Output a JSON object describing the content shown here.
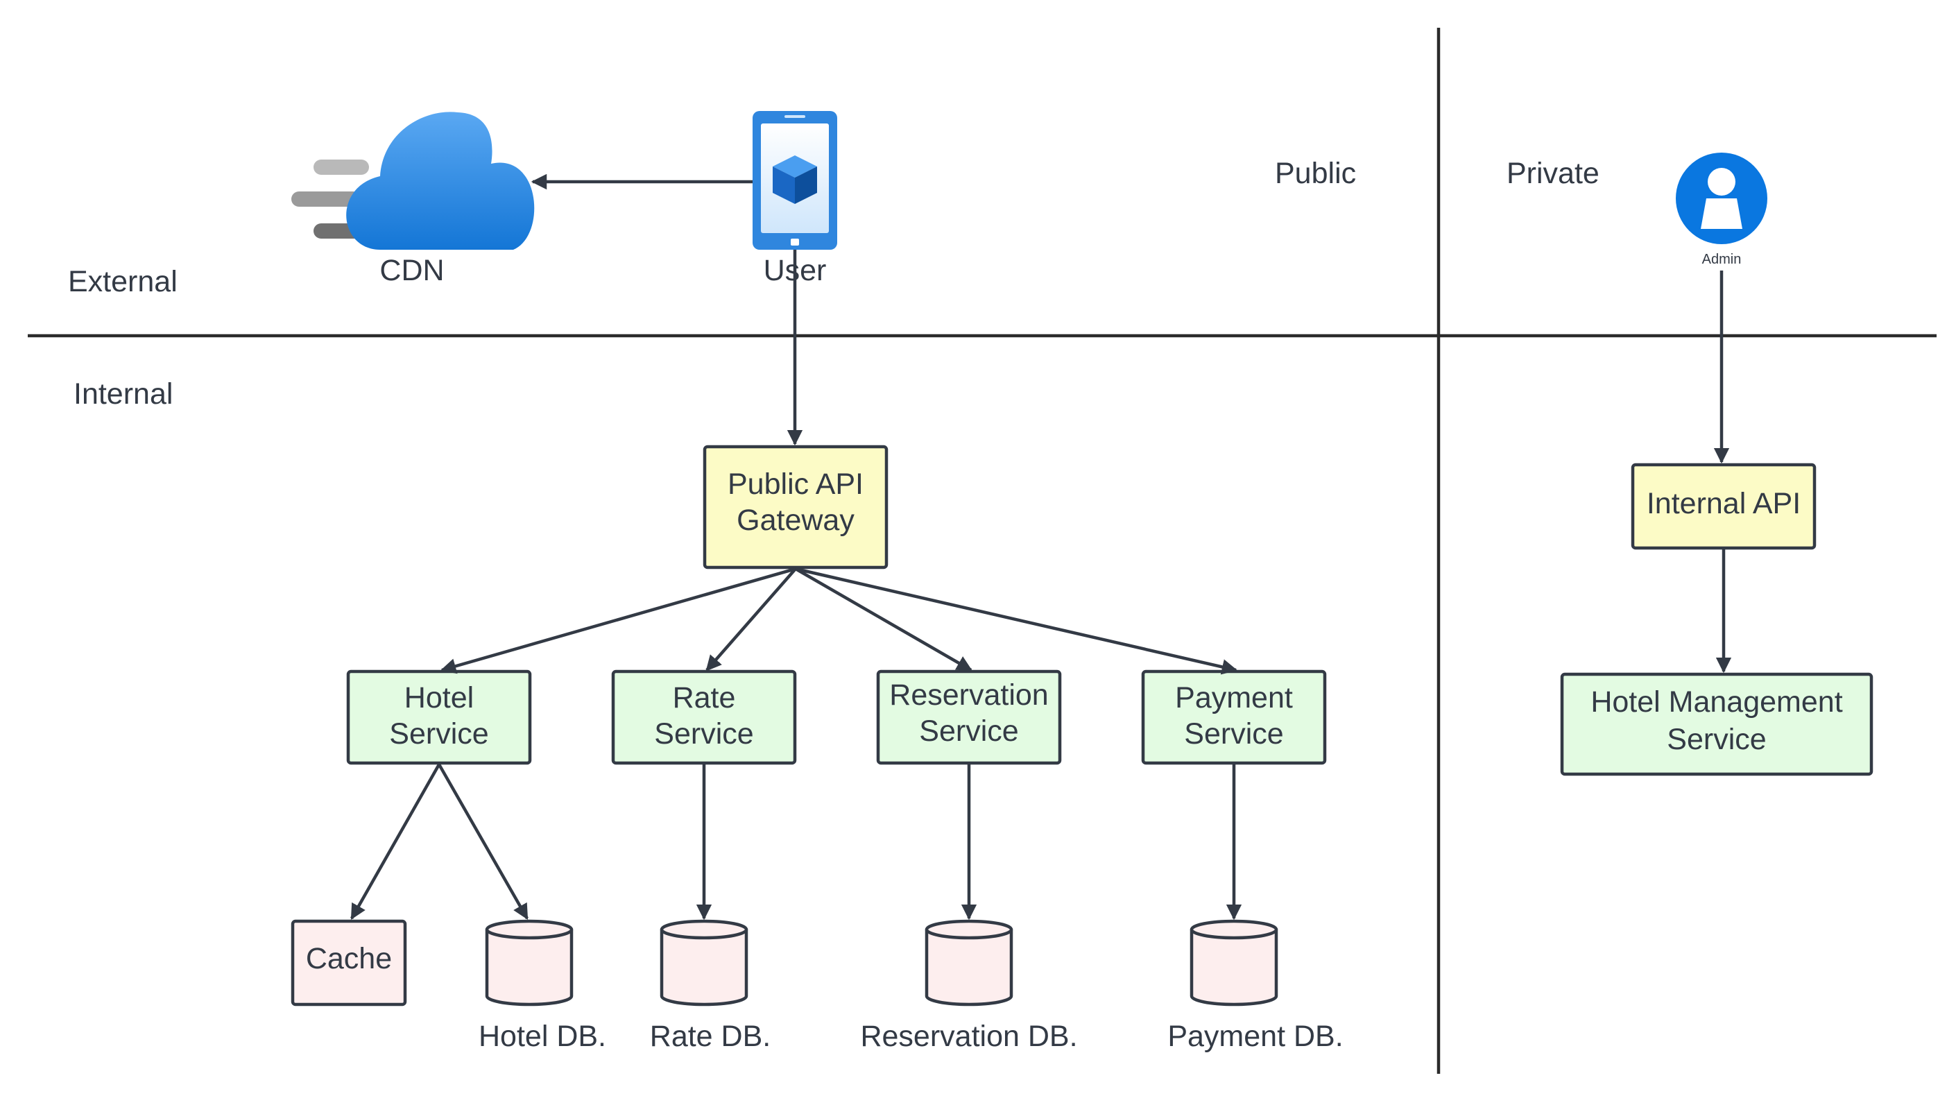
{
  "zones": {
    "external": "External",
    "internal": "Internal",
    "public": "Public",
    "private": "Private"
  },
  "actors": {
    "cdn": "CDN",
    "user": "User",
    "admin": "Admin"
  },
  "gateways": {
    "public_api_line1": "Public API",
    "public_api_line2": "Gateway",
    "internal_api": "Internal API"
  },
  "services": {
    "hotel_line1": "Hotel",
    "hotel_line2": "Service",
    "rate_line1": "Rate",
    "rate_line2": "Service",
    "reservation_line1": "Reservation",
    "reservation_line2": "Service",
    "payment_line1": "Payment",
    "payment_line2": "Service",
    "hotel_mgmt_line1": "Hotel Management",
    "hotel_mgmt_line2": "Service"
  },
  "stores": {
    "cache": "Cache",
    "hotel_db": "Hotel DB.",
    "rate_db": "Rate DB.",
    "reservation_db": "Reservation DB.",
    "payment_db": "Payment DB."
  },
  "colors": {
    "gateway_fill": "#fcfbc6",
    "service_fill": "#e3fbe2",
    "storage_fill": "#fdeeee",
    "cloud_blue": "#1d7fe0",
    "admin_blue": "#0a77e0",
    "line": "#333a45"
  }
}
